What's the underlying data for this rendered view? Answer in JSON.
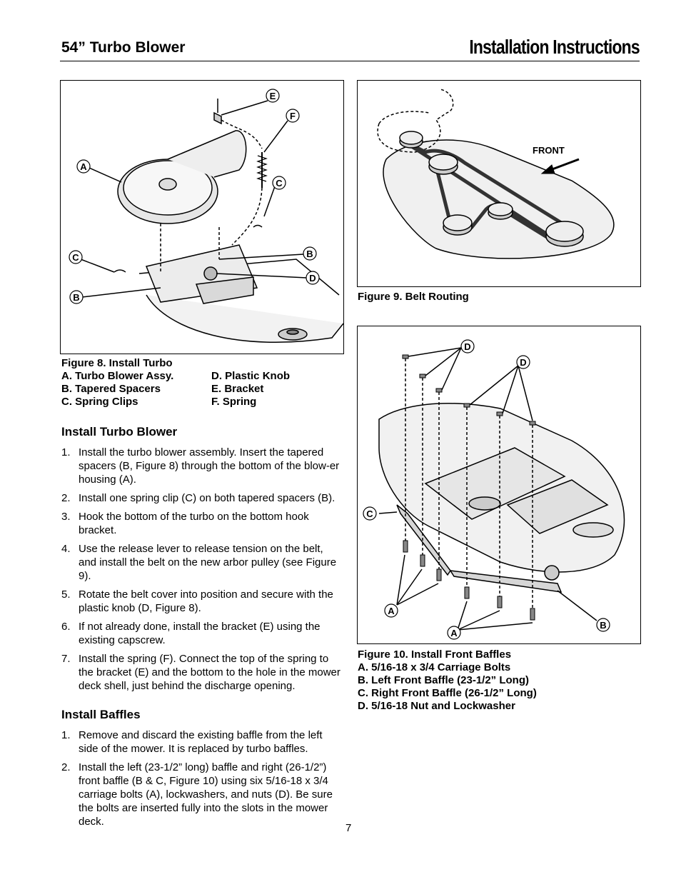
{
  "header": {
    "left_title": "54” Turbo Blower",
    "right_title": "Installation Instructions"
  },
  "figure8": {
    "title": "Figure 8.  Install Turbo",
    "legend_left": [
      "A.  Turbo Blower Assy.",
      "B.  Tapered Spacers",
      "C.  Spring Clips"
    ],
    "legend_right": [
      "D.  Plastic Knob",
      "E.  Bracket",
      "F.  Spring"
    ],
    "callouts": [
      "E",
      "F",
      "A",
      "C",
      "C",
      "B",
      "D",
      "B"
    ]
  },
  "figure9": {
    "title": "Figure 9.  Belt Routing",
    "front_label": "FRONT"
  },
  "figure10": {
    "title": "Figure 10.  Install Front Baffles",
    "legend": [
      "A.  5/16-18 x 3/4 Carriage Bolts",
      "B.  Left Front Baffle (23-1/2” Long)",
      "C.  Right Front Baffle (26-1/2” Long)",
      "D.  5/16-18 Nut and Lockwasher"
    ],
    "callouts": [
      "D",
      "D",
      "C",
      "A",
      "A",
      "B"
    ]
  },
  "install_turbo": {
    "title": "Install Turbo Blower",
    "steps": [
      {
        "num": "1.",
        "text": "Install the turbo blower assembly.  Insert the tapered spacers (B, Figure 8) through the bottom of the blow-er housing (A)."
      },
      {
        "num": "2.",
        "text": "Install one spring clip (C) on both tapered spacers (B)."
      },
      {
        "num": "3.",
        "text": "Hook the bottom of the turbo on the bottom hook bracket."
      },
      {
        "num": "4.",
        "text": "Use the release lever to release tension on the belt, and install the belt on the new arbor pulley (see Figure 9)."
      },
      {
        "num": "5.",
        "text": "Rotate the belt cover into position and secure with the plastic knob (D, Figure 8)."
      },
      {
        "num": "6.",
        "text": "If not already done, install the bracket (E) using the existing capscrew."
      },
      {
        "num": "7.",
        "text": "Install the spring (F).  Connect the top of the spring to the bracket (E) and the bottom to the hole in the mower deck shell, just behind the discharge opening."
      }
    ]
  },
  "install_baffles": {
    "title": "Install Baffles",
    "steps": [
      {
        "num": "1.",
        "text": "Remove and discard the existing baffle from the left side of the mower.  It is replaced by turbo baffles."
      },
      {
        "num": "2.",
        "text": "Install the left (23-1/2” long) baffle and right (26-1/2”) front baffle (B & C, Figure 10) using six 5/16-18 x 3/4 carriage bolts (A), lockwashers, and nuts (D).  Be sure the bolts are inserted fully into the slots in the mower deck."
      }
    ]
  },
  "page_number": "7"
}
